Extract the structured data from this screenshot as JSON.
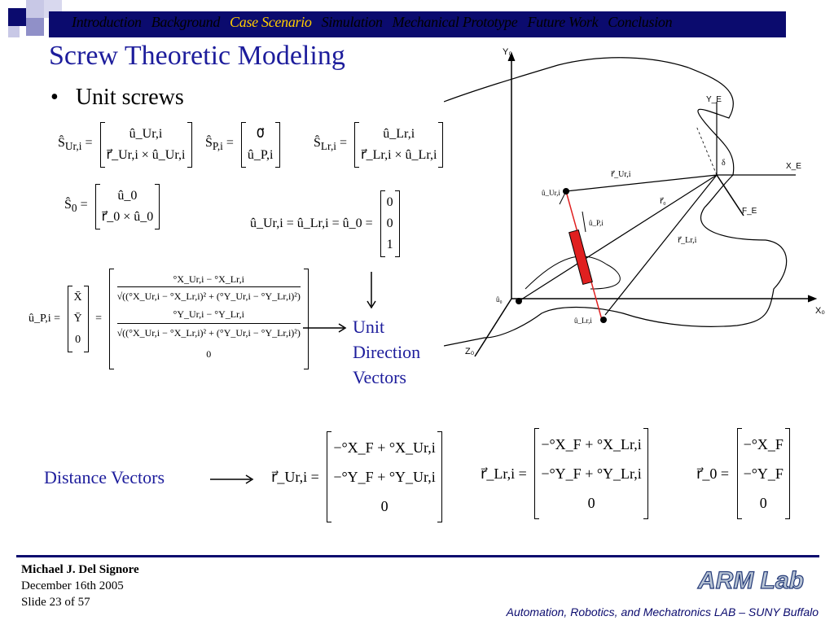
{
  "nav": {
    "items": [
      "Introduction",
      "Background",
      "Case Scenario",
      "Simulation",
      "Mechanical Prototype",
      "Future Work",
      "Conclusion"
    ],
    "active_index": 2,
    "active_color": "#ffcc00"
  },
  "slide": {
    "title": "Screw Theoretic Modeling",
    "bullet": "Unit screws",
    "unit_direction_label": [
      "Unit",
      "Direction",
      "Vectors"
    ],
    "distance_label": "Distance Vectors",
    "arrow": "⟶"
  },
  "equations": {
    "s_ur": {
      "lhs": "Ŝ",
      "lhs_sub": "Ur,i",
      "rows": [
        "û_Ur,i",
        "r⃗_Ur,i × û_Ur,i"
      ]
    },
    "s_p": {
      "lhs": "Ŝ",
      "lhs_sub": "P,i",
      "rows": [
        "0⃗",
        "û_P,i"
      ]
    },
    "s_lr": {
      "lhs": "Ŝ",
      "lhs_sub": "Lr,i",
      "rows": [
        "û_Lr,i",
        "r⃗_Lr,i × û_Lr,i"
      ]
    },
    "s_0": {
      "lhs": "Ŝ",
      "lhs_sub": "0",
      "rows": [
        "û_0",
        "r⃗_0 × û_0"
      ]
    },
    "u_equal": {
      "text": "û_Ur,i = û_Lr,i = û_0 =",
      "rows": [
        "0",
        "0",
        "1"
      ]
    },
    "u_p": {
      "lhs": "û_P,i =",
      "mid": [
        "X̄",
        "Ȳ",
        "0"
      ],
      "row1_num": "°X_Ur,i − °X_Lr,i",
      "row1_den": "√((°X_Ur,i − °X_Lr,i)² + (°Y_Ur,i − °Y_Lr,i)²)",
      "row2_num": "°Y_Ur,i − °Y_Lr,i",
      "row2_den": "√((°X_Ur,i − °X_Lr,i)² + (°Y_Ur,i − °Y_Lr,i)²)",
      "row3": "0"
    },
    "r_ur": {
      "lhs": "r⃗_Ur,i =",
      "rows": [
        "−°X_F + °X_Ur,i",
        "−°Y_F + °Y_Ur,i",
        "0"
      ]
    },
    "r_lr": {
      "lhs": "r⃗_Lr,i =",
      "rows": [
        "−°X_F + °X_Lr,i",
        "−°Y_F + °Y_Lr,i",
        "0"
      ]
    },
    "r_0": {
      "lhs": "r⃗_0 =",
      "rows": [
        "−°X_F",
        "−°Y_F",
        "0"
      ]
    }
  },
  "diagram_labels": {
    "y0": "Y₀",
    "x0": "X₀",
    "z0": "Z₀",
    "ye": "Y_E",
    "xe": "X_E",
    "fe": "F_E",
    "delta": "δ",
    "r_ur": "r⃗_Ur,i",
    "r_lr": "r⃗_Lr,i",
    "r0": "r⃗₀",
    "u_ur": "û_Ur,i",
    "u_lr": "û_Lr,i",
    "u_p": "û_P,i",
    "u0": "û₀"
  },
  "footer": {
    "author": "Michael J. Del Signore",
    "date": "December 16th 2005",
    "slide": "Slide 23 of 57",
    "lab": "Automation, Robotics, and Mechatronics LAB – SUNY Buffalo",
    "logo": "ARM Lab"
  },
  "colors": {
    "title": "#1d1d9c",
    "nav_bar": "#0b0b6e",
    "actuator": "#e02020"
  }
}
